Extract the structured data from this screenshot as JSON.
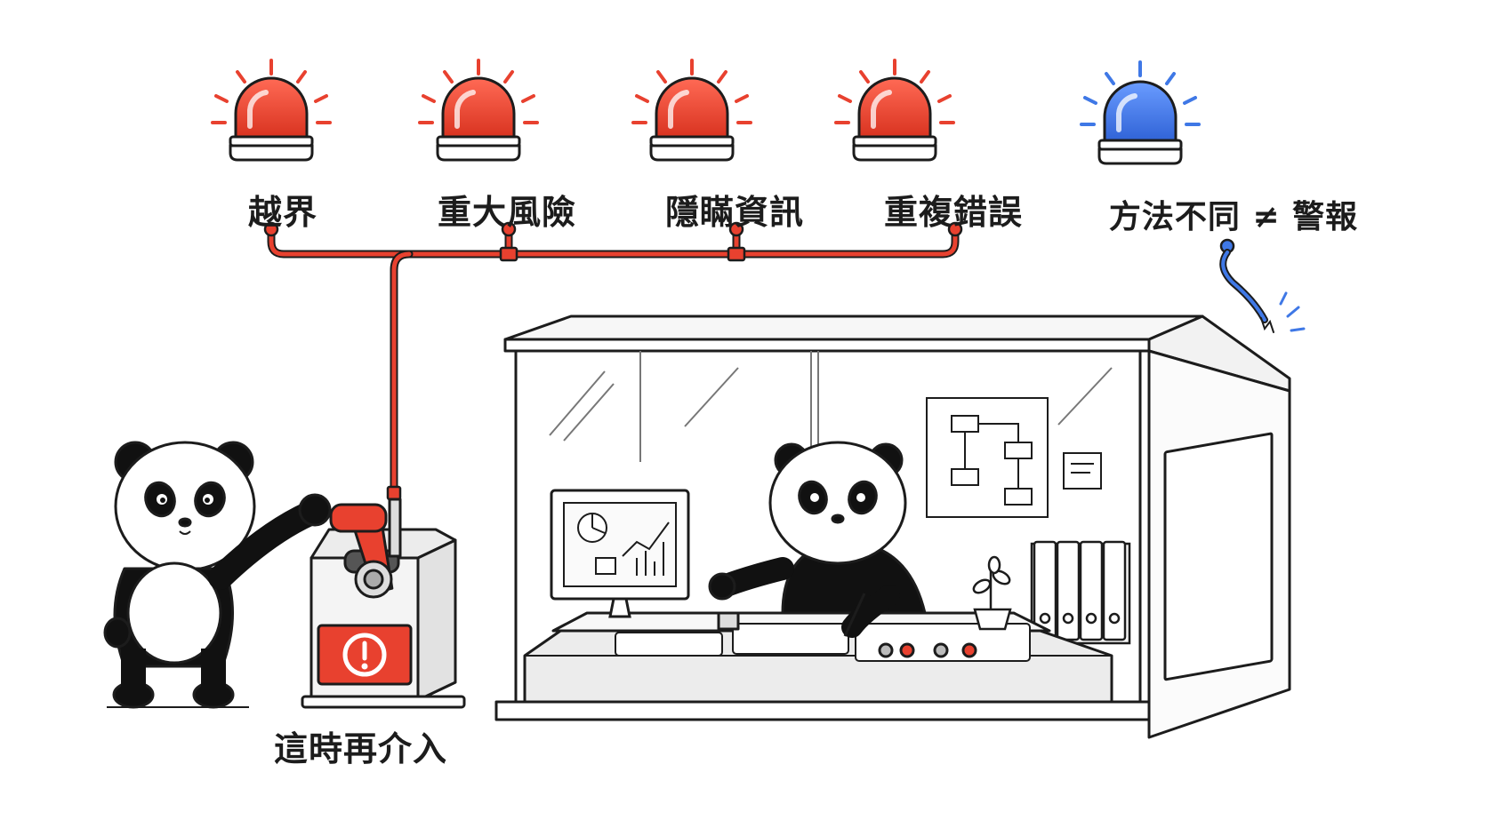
{
  "alarms": [
    {
      "label": "越界",
      "state": "red"
    },
    {
      "label": "重大風險",
      "state": "red"
    },
    {
      "label": "隱瞞資訊",
      "state": "red"
    },
    {
      "label": "重複錯誤",
      "state": "red"
    },
    {
      "label": "方法不同 ≠ 警報",
      "state": "blue"
    }
  ],
  "lever_caption": "這時再介入",
  "colors": {
    "alarm_red": "#e8412f",
    "alarm_blue": "#3f78e6",
    "wire_red": "#e8412f",
    "wire_blue": "#3f78e6",
    "outline": "#1c1c1c",
    "panda_black": "#111111"
  },
  "icons": {
    "warning_panel": "exclamation-circle-icon"
  }
}
